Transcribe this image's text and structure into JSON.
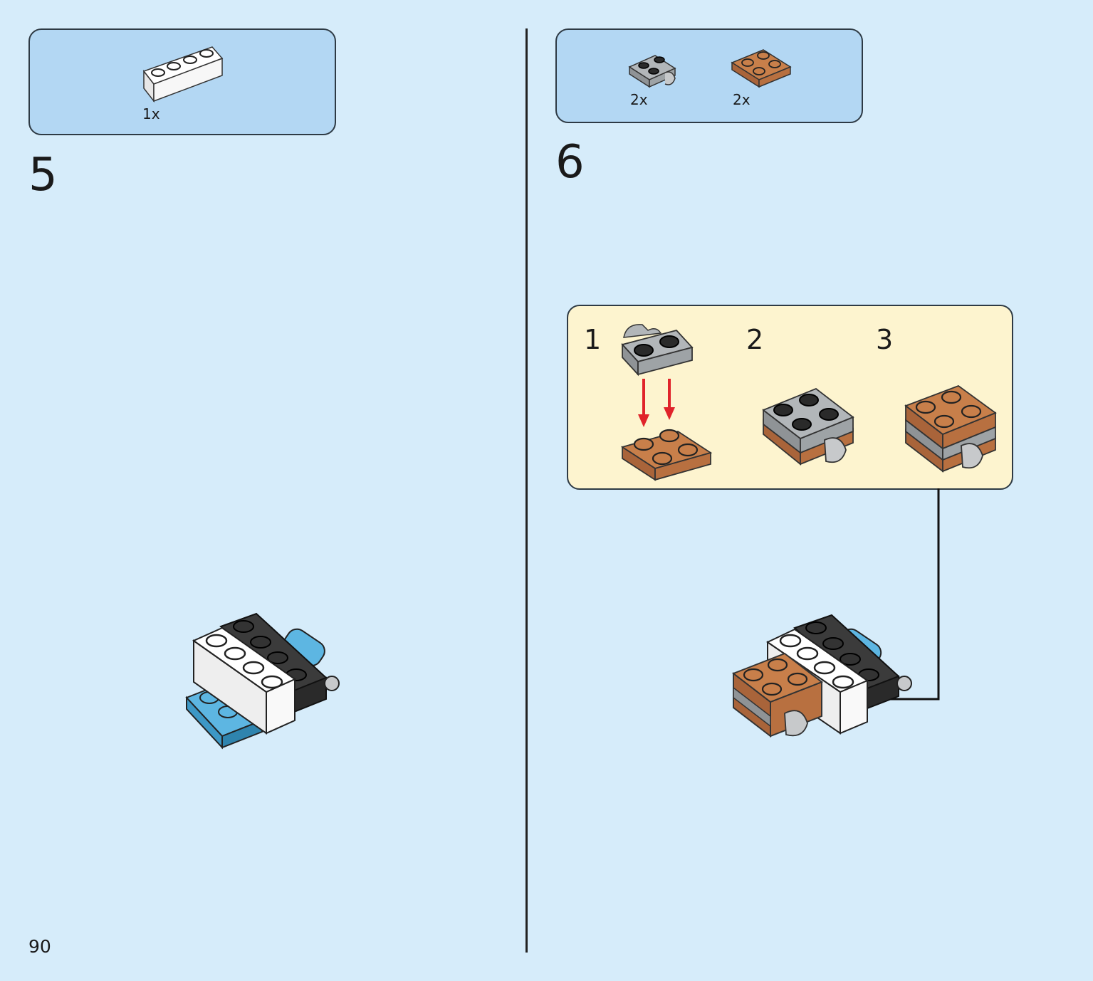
{
  "page_number": "90",
  "steps": [
    {
      "number": "5",
      "parts": [
        {
          "icon": "white-brick-1x4-icon",
          "quantity": "1x",
          "color": "#ffffff"
        }
      ]
    },
    {
      "number": "6",
      "parts": [
        {
          "icon": "gray-clip-plate-icon",
          "quantity": "2x",
          "color": "#9ea3a6"
        },
        {
          "icon": "brown-plate-2x2-icon",
          "quantity": "2x",
          "color": "#c87f4a"
        }
      ],
      "substeps": [
        "1",
        "2",
        "3"
      ]
    }
  ],
  "colors": {
    "page_background": "#d6ecfa",
    "parts_callout": "#b3d7f3",
    "subassembly_callout": "#fdf4cf",
    "arrow_red": "#e0232a"
  }
}
